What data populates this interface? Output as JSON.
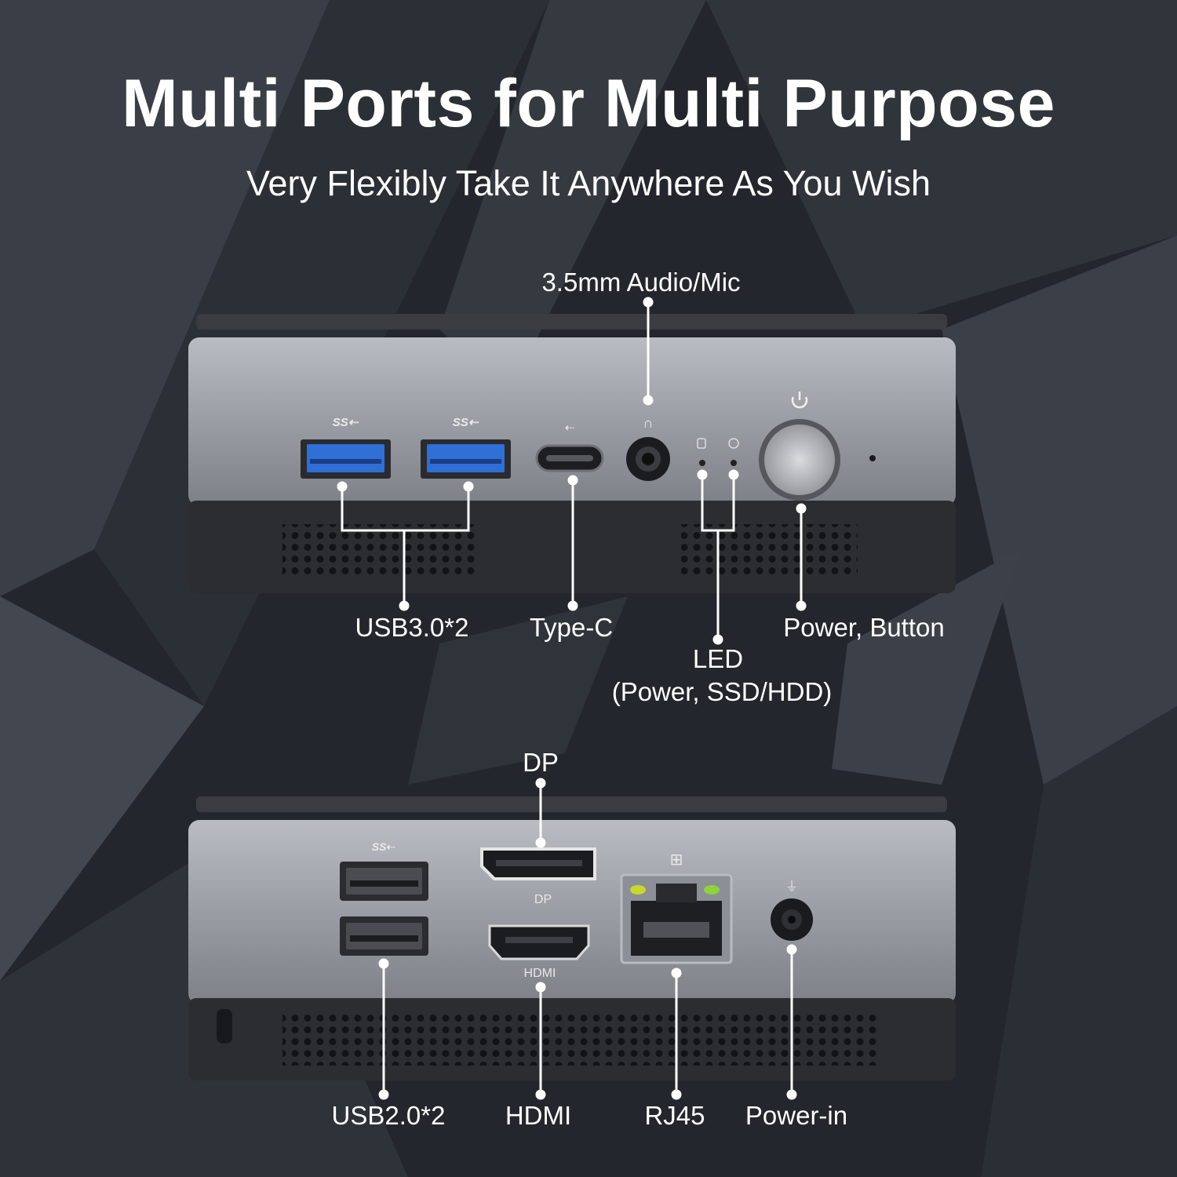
{
  "headline": "Multi Ports for Multi Purpose",
  "tagline": "Very Flexibly Take It Anywhere As You Wish",
  "front_panel": {
    "audio_label": "3.5mm Audio/Mic",
    "usb3_label": "USB3.0*2",
    "typec_label": "Type-C",
    "led_label": "LED",
    "led_sub_label": "(Power, SSD/HDD)",
    "power_button_label": "Power, Button"
  },
  "rear_panel": {
    "dp_label": "DP",
    "dp_port_text": "DP",
    "hdmi_port_text": "HDMI",
    "usb2_label": "USB2.0*2",
    "hdmi_label": "HDMI",
    "rj45_label": "RJ45",
    "power_in_label": "Power-in"
  },
  "colors": {
    "background": "#22252b",
    "chassis": "#9a9da3",
    "usb3_blue": "#2f6fd6",
    "text": "#ffffff"
  }
}
